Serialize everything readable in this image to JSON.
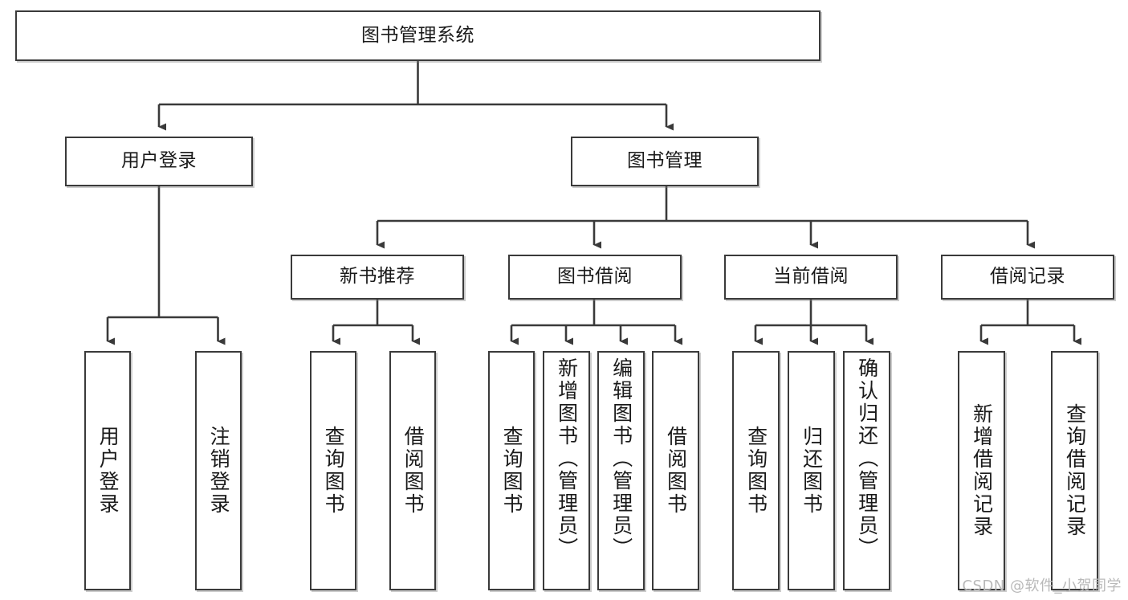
{
  "diagram": {
    "kind": "tree-hierarchy-chart",
    "orientation": "top-down",
    "line_color": "#3a3a3a",
    "box_fill": "#ffffff",
    "text_color": "#1a1a1a"
  },
  "root": {
    "label": "图书管理系统"
  },
  "level2": [
    {
      "label": "用户登录"
    },
    {
      "label": "图书管理"
    }
  ],
  "level3": [
    {
      "label": "新书推荐"
    },
    {
      "label": "图书借阅"
    },
    {
      "label": "当前借阅"
    },
    {
      "label": "借阅记录"
    }
  ],
  "leaves": {
    "user_login": [
      {
        "label": "用户登录"
      },
      {
        "label": "注销登录"
      }
    ],
    "new_book": [
      {
        "label": "查询图书"
      },
      {
        "label": "借阅图书"
      }
    ],
    "book_borrow": [
      {
        "label": "查询图书"
      },
      {
        "label": "新增图书（管理员）"
      },
      {
        "label": "编辑图书（管理员）"
      },
      {
        "label": "借阅图书"
      }
    ],
    "current_borrow": [
      {
        "label": "查询图书"
      },
      {
        "label": "归还图书"
      },
      {
        "label": "确认归还（管理员）"
      }
    ],
    "borrow_record": [
      {
        "label": "新增借阅记录"
      },
      {
        "label": "查询借阅记录"
      }
    ]
  },
  "watermark": {
    "text": "CSDN @软件_小贺同学"
  }
}
